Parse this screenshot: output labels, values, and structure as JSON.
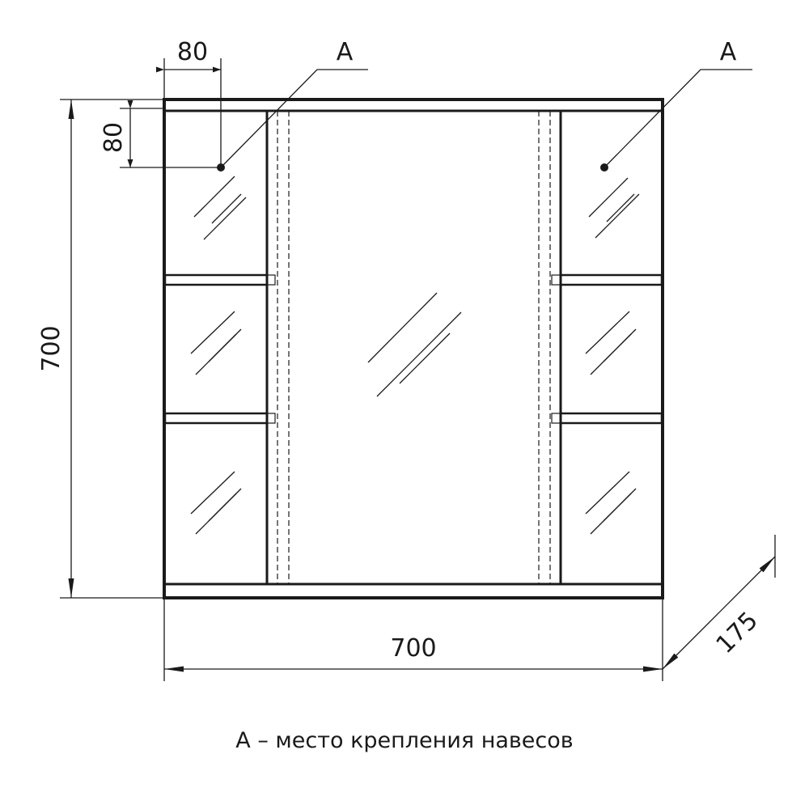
{
  "dimensions": {
    "width": "700",
    "height": "700",
    "depth": "175",
    "mount_offset_x": "80",
    "mount_offset_y": "80"
  },
  "markers": {
    "left": "A",
    "right": "A"
  },
  "caption": "А – место крепления навесов"
}
